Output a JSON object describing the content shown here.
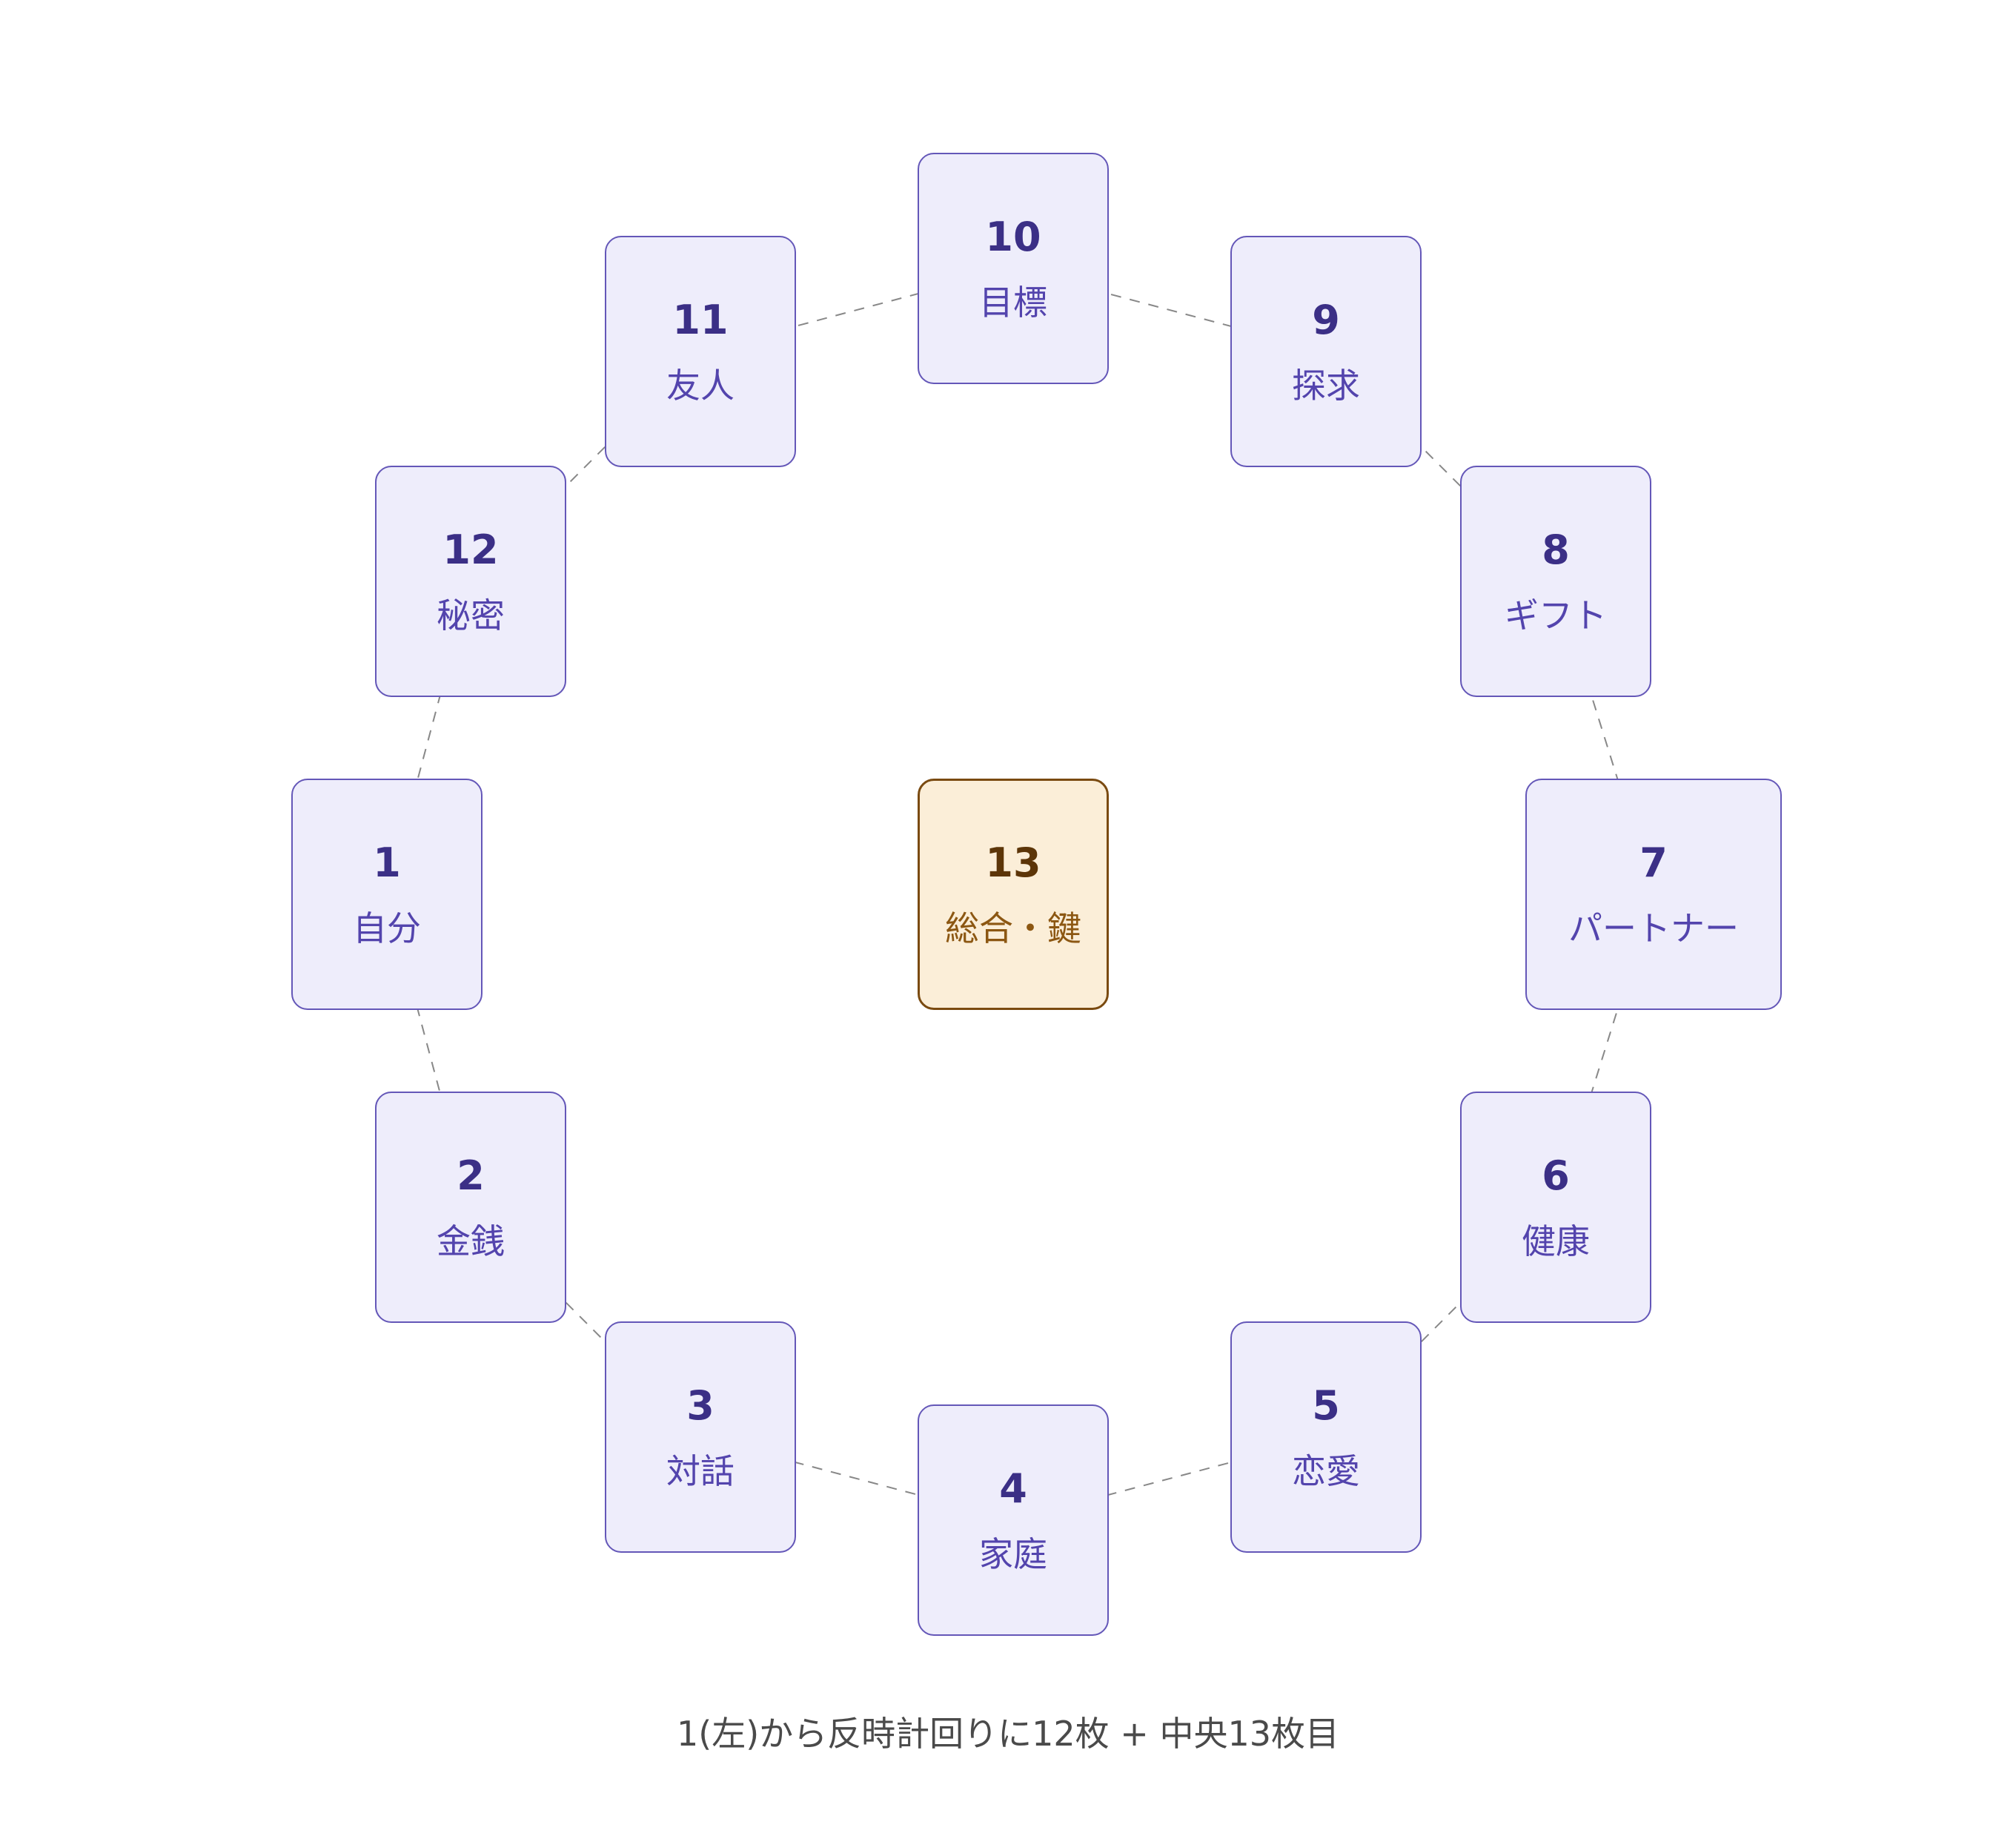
{
  "cards": [
    {
      "num": "1",
      "label": "自分"
    },
    {
      "num": "2",
      "label": "金銭"
    },
    {
      "num": "3",
      "label": "対話"
    },
    {
      "num": "4",
      "label": "家庭"
    },
    {
      "num": "5",
      "label": "恋愛"
    },
    {
      "num": "6",
      "label": "健康"
    },
    {
      "num": "7",
      "label": "パートナー"
    },
    {
      "num": "8",
      "label": "ギフト"
    },
    {
      "num": "9",
      "label": "探求"
    },
    {
      "num": "10",
      "label": "目標"
    },
    {
      "num": "11",
      "label": "友人"
    },
    {
      "num": "12",
      "label": "秘密"
    }
  ],
  "center": {
    "num": "13",
    "label": "総合・鍵"
  },
  "caption": "1(左)から反時計回りに12枚 + 中央13枚目",
  "colors": {
    "card_fill": "#eeedfb",
    "card_border": "#6457b8",
    "center_fill": "#fbeed8",
    "center_border": "#7a4a10",
    "connector": "#888888"
  }
}
